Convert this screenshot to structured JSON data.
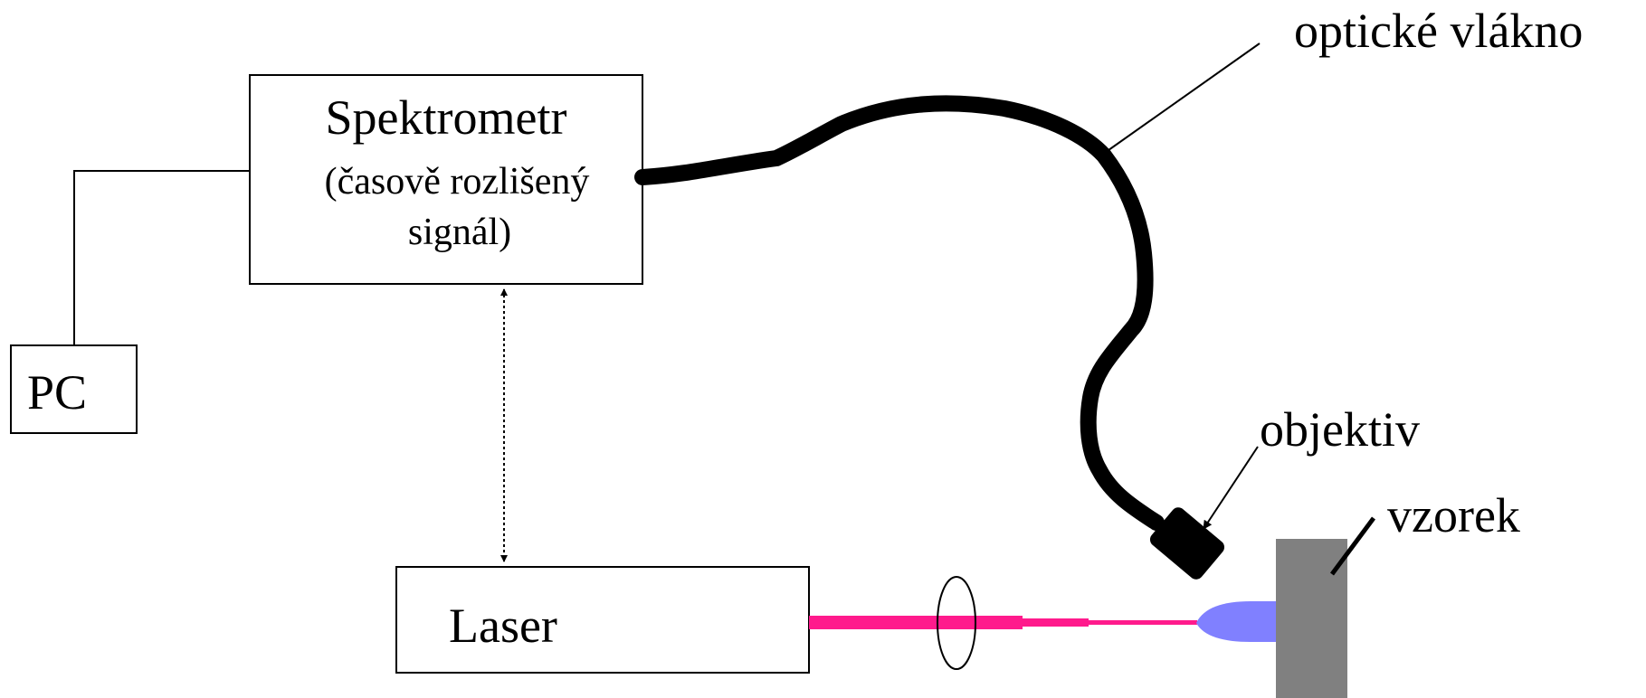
{
  "labels": {
    "spectrometer": "Spektrometr",
    "spectrometer_sub1": "(časově rozlišený",
    "spectrometer_sub2": "signál)",
    "pc": "PC",
    "laser": "Laser",
    "fiber": "optické vlákno",
    "objective": "objektiv",
    "sample": "vzorek"
  },
  "colors": {
    "laser_beam": "#ff1a8c",
    "emission": "#8080ff",
    "sample": "#808080",
    "fiber": "#000000"
  }
}
